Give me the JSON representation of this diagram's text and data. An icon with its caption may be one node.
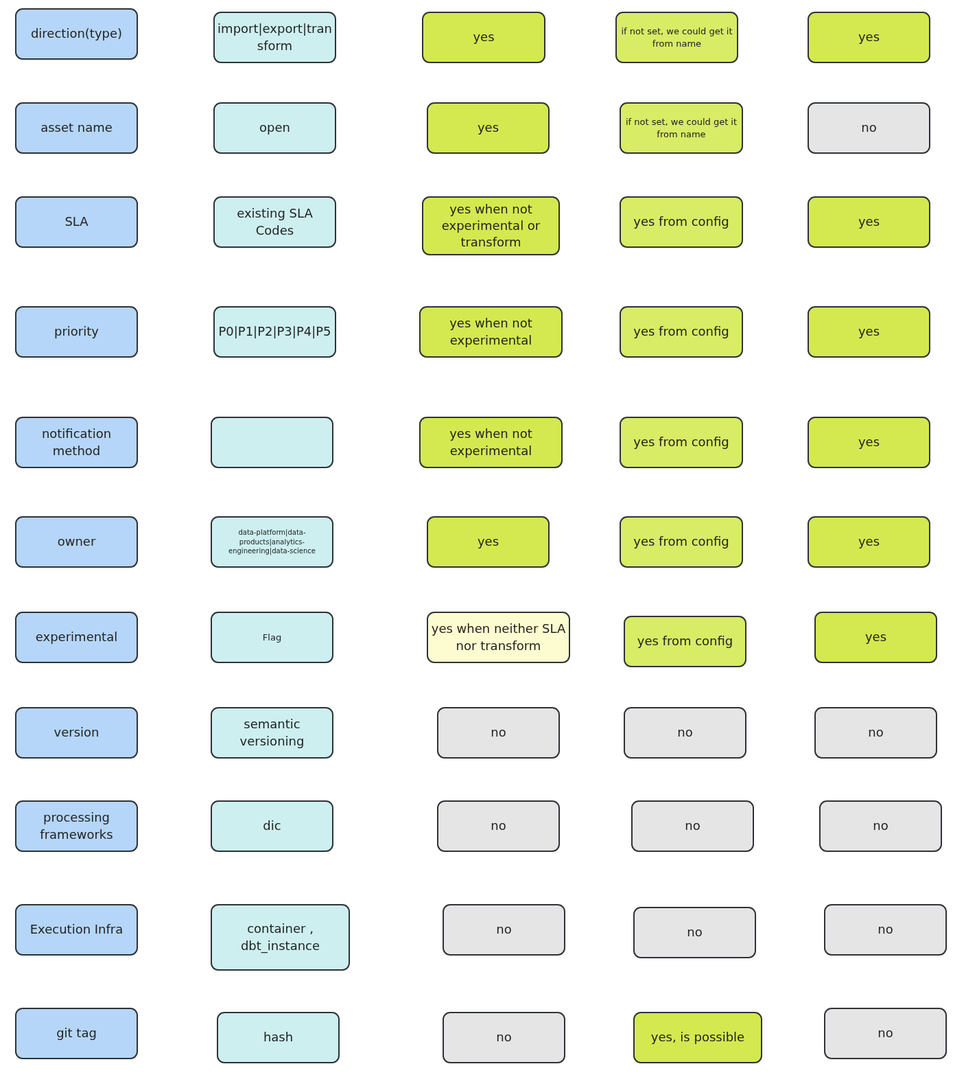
{
  "diagram": {
    "nodes": [
      {
        "text": [
          "direction(type)"
        ]
      },
      {
        "text": [
          "import|export|transform"
        ]
      },
      {
        "text": [
          "yes"
        ]
      },
      {
        "text": [
          "if not set, we could get it from name"
        ]
      },
      {
        "text": [
          "yes"
        ]
      },
      {
        "text": [
          "asset name"
        ]
      },
      {
        "text": [
          "open"
        ]
      },
      {
        "text": [
          "yes"
        ]
      },
      {
        "text": [
          "if not set, we could get it from name"
        ]
      },
      {
        "text": [
          "no"
        ]
      },
      {
        "text": [
          "SLA"
        ]
      },
      {
        "text": [
          "existing SLA Codes"
        ]
      },
      {
        "text": [
          "yes when not experimental or transform"
        ]
      },
      {
        "text": [
          "yes from config"
        ]
      },
      {
        "text": [
          "yes"
        ]
      },
      {
        "text": [
          "priority"
        ]
      },
      {
        "text": [
          "P0|P1|P2|P3|P4|P5"
        ]
      },
      {
        "text": [
          "yes when not experimental"
        ]
      },
      {
        "text": [
          "yes from config"
        ]
      },
      {
        "text": [
          "yes"
        ]
      },
      {
        "text": [
          "notification method"
        ]
      },
      {
        "text": [],
        "shape": "box"
      },
      {
        "text": [
          "yes when not experimental"
        ]
      },
      {
        "text": [
          "yes from config"
        ]
      },
      {
        "text": [
          "yes"
        ]
      },
      {
        "text": [
          "owner"
        ]
      },
      {
        "text": [
          "data-platform|data-products|analytics-engineering|data-science"
        ]
      },
      {
        "text": [
          "yes"
        ]
      },
      {
        "text": [
          "yes from config"
        ]
      },
      {
        "text": [
          "yes"
        ]
      },
      {
        "text": [
          "experimental"
        ]
      },
      {
        "text": [
          "Flag"
        ]
      },
      {
        "text": [
          "yes when neither SLA nor transform"
        ]
      },
      {
        "text": [
          "yes from config"
        ]
      },
      {
        "text": [
          "yes"
        ]
      },
      {
        "text": [
          "version"
        ]
      },
      {
        "text": [
          "semantic versioning"
        ]
      },
      {
        "text": [
          "no"
        ]
      },
      {
        "text": [
          "no"
        ]
      },
      {
        "text": [
          "no"
        ]
      },
      {
        "text": [
          "processing frameworks"
        ]
      },
      {
        "text": [
          "dic"
        ]
      },
      {
        "text": [
          "no"
        ]
      },
      {
        "text": [
          "no"
        ]
      },
      {
        "text": [
          "no"
        ]
      },
      {
        "text": [
          "Execution Infra"
        ]
      },
      {
        "text": [
          "container , dbt_instance"
        ]
      },
      {
        "text": [
          "no"
        ]
      },
      {
        "text": [
          "no"
        ]
      },
      {
        "text": [
          "no"
        ]
      },
      {
        "text": [
          "git tag"
        ]
      },
      {
        "text": [
          "hash"
        ]
      },
      {
        "text": [
          "no"
        ]
      },
      {
        "text": [
          "yes, is possible"
        ]
      },
      {
        "text": [
          "no"
        ]
      }
    ]
  }
}
